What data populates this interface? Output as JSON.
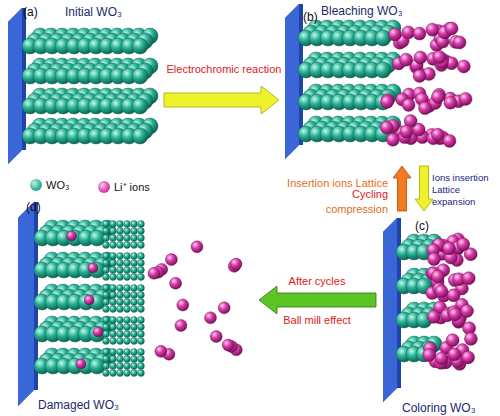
{
  "diagram": {
    "nodes": [
      {
        "text": [
          "(a)",
          "Initial WO₃"
        ]
      },
      {
        "text": [
          "(b)",
          "Bleaching WO₃"
        ]
      },
      {
        "text": [
          "(c)",
          "Coloring WO₃"
        ]
      },
      {
        "text": [
          "(d)",
          "Damaged WO₃"
        ]
      }
    ],
    "edges": [
      {
        "from": 0,
        "to": 1,
        "arrow": "to",
        "label": "Electrochromic reaction"
      },
      {
        "from": 1,
        "to": 2,
        "arrow": "to",
        "label": "Ions insertion Lattice expansion"
      },
      {
        "from": 2,
        "to": 1,
        "arrow": "to",
        "label": "Insertion ions Lattice compression"
      },
      {
        "from": 2,
        "to": 3,
        "arrow": "to",
        "label": "After cycles"
      }
    ],
    "labels": [
      "Cycling",
      "Ball mill effect"
    ],
    "legend": [
      {
        "text": "WO₃",
        "color": "#2ab396"
      },
      {
        "text": "Li⁺ ions",
        "color": "#d83aa8"
      }
    ]
  }
}
